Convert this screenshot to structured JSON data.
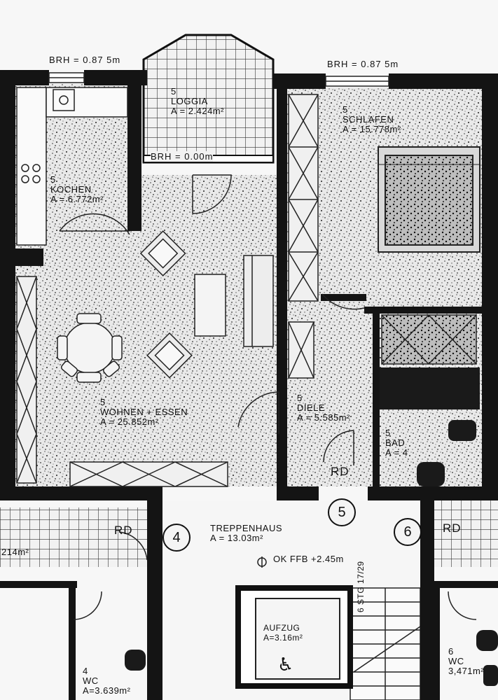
{
  "brh_left": "BRH = 0.87 5m",
  "brh_right": "BRH = 0.87 5m",
  "brh_logia": "BRH = 0.00m",
  "rooms": {
    "loggia": {
      "num": "5",
      "name": "LOGGIA",
      "area": "A = 2.424m²"
    },
    "schlafen": {
      "num": "5",
      "name": "SCHLAFEN",
      "area": "A = 15.778m²"
    },
    "kochen": {
      "num": "5",
      "name": "KOCHEN",
      "area": "A = 6.772m²"
    },
    "wohnen": {
      "num": "5",
      "name": "WOHNEN + ESSEN",
      "area": "A = 25.852m²"
    },
    "diele": {
      "num": "5",
      "name": "DIELE",
      "area": "A = 5.585m²"
    },
    "bad": {
      "num": "5",
      "name": "BAD",
      "area": "A = 4"
    },
    "treppenhaus": {
      "name": "TREPPENHAUS",
      "area": "A = 13.03m²",
      "level": "OK FFB +2.45m"
    },
    "aufzug": {
      "name": "AUFZUG",
      "area": "A=3.16m²"
    },
    "wc4": {
      "num": "4",
      "name": "WC",
      "area": "A=3.639m²"
    },
    "wc6": {
      "num": "6",
      "name": "WC",
      "area": "3,471m²"
    },
    "left_area": "214m²"
  },
  "unit_numbers": {
    "left": "4",
    "center": "5",
    "right": "6"
  },
  "rd_labels": {
    "center": "RD",
    "left": "RD",
    "right": "RD"
  },
  "stairs_text": "6 STG 17/29",
  "wheelchair_icon": "wheelchair-icon"
}
